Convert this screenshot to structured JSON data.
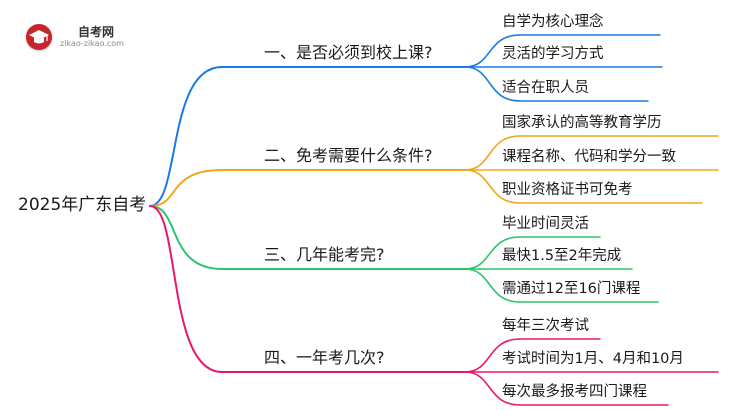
{
  "logo": {
    "name": "自考网",
    "url": "zikao-zikao.com"
  },
  "root": "2025年广东自考",
  "colors": {
    "branch_0": "#1a7be6",
    "branch_1": "#f0a818",
    "branch_2": "#2cc46a",
    "branch_3": "#e8176e",
    "logo_red": "#c7252b"
  },
  "branches": [
    {
      "label": "一、是否必须到校上课?",
      "leaves": [
        "自学为核心理念",
        "灵活的学习方式",
        "适合在职人员"
      ]
    },
    {
      "label": "二、免考需要什么条件?",
      "leaves": [
        "国家承认的高等教育学历",
        "课程名称、代码和学分一致",
        "职业资格证书可免考"
      ]
    },
    {
      "label": "三、几年能考完?",
      "leaves": [
        "毕业时间灵活",
        "最快1.5至2年完成",
        "需通过12至16门课程"
      ]
    },
    {
      "label": "四、一年考几次?",
      "leaves": [
        "每年三次考试",
        "考试时间为1月、4月和10月",
        "每次最多报考四门课程"
      ]
    }
  ]
}
